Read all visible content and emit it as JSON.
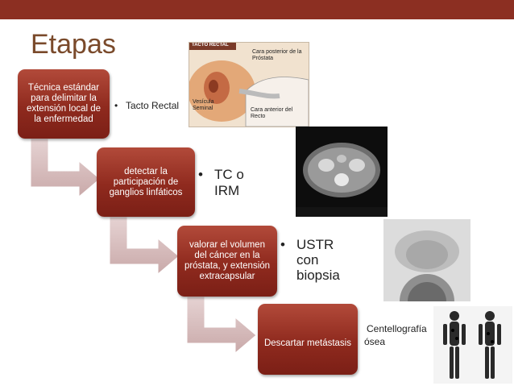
{
  "title": "Etapas",
  "steps": [
    {
      "label": "Técnica estándar para delimitar la extensión local de la enfermedad",
      "bullet": "Tacto Rectal"
    },
    {
      "label": "detectar la participación de ganglios linfáticos",
      "bullet": "TC o IRM"
    },
    {
      "label": "valorar el volumen del cáncer en la próstata, y extensión extracapsular",
      "bullet": "USTR con biopsia"
    },
    {
      "label": "Descartar metástasis",
      "bullet": "Centellografía ósea"
    }
  ],
  "illustration": {
    "header": "TACTO RECTAL",
    "label_posterior": "Cara posterior de la Próstata",
    "label_vesicula": "Vesícula Seminal",
    "label_anterior": "Cara anterior del Recto"
  },
  "colors": {
    "box": "#8f2a1e",
    "topbar": "#8c2f22",
    "title": "#7a4a2b",
    "arrow": "#d9c2c2"
  }
}
